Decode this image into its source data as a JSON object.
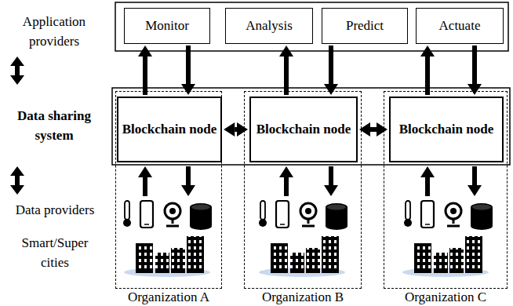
{
  "diagram": {
    "nodes": [
      {
        "text": [
          "Monitor"
        ]
      },
      {
        "text": [
          "Analysis"
        ]
      },
      {
        "text": [
          "Predict"
        ]
      },
      {
        "text": [
          "Actuate"
        ]
      },
      {
        "text": [
          "Organization A"
        ]
      },
      {
        "text": [
          "Blockchain node"
        ],
        "in": 4
      },
      {
        "text": [
          "Organization B"
        ]
      },
      {
        "text": [
          "Blockchain node"
        ],
        "in": 6
      },
      {
        "text": [
          "Organization C"
        ]
      },
      {
        "text": [
          "Blockchain node"
        ],
        "in": 8
      }
    ],
    "edges": [
      {
        "from": 5,
        "to": 0,
        "arrow": "to"
      },
      {
        "from": 0,
        "to": 5,
        "arrow": "to"
      },
      {
        "from": 7,
        "to": 1,
        "arrow": "to"
      },
      {
        "from": 2,
        "to": 7,
        "arrow": "to"
      },
      {
        "from": 9,
        "to": 3,
        "arrow": "to"
      },
      {
        "from": 3,
        "to": 9,
        "arrow": "to"
      },
      {
        "from": 5,
        "to": 7,
        "arrow": "both"
      },
      {
        "from": 7,
        "to": 9,
        "arrow": "both"
      }
    ],
    "labels": [
      "Application providers",
      "Data sharing system",
      "Data providers",
      "Smart/Super cities"
    ]
  }
}
